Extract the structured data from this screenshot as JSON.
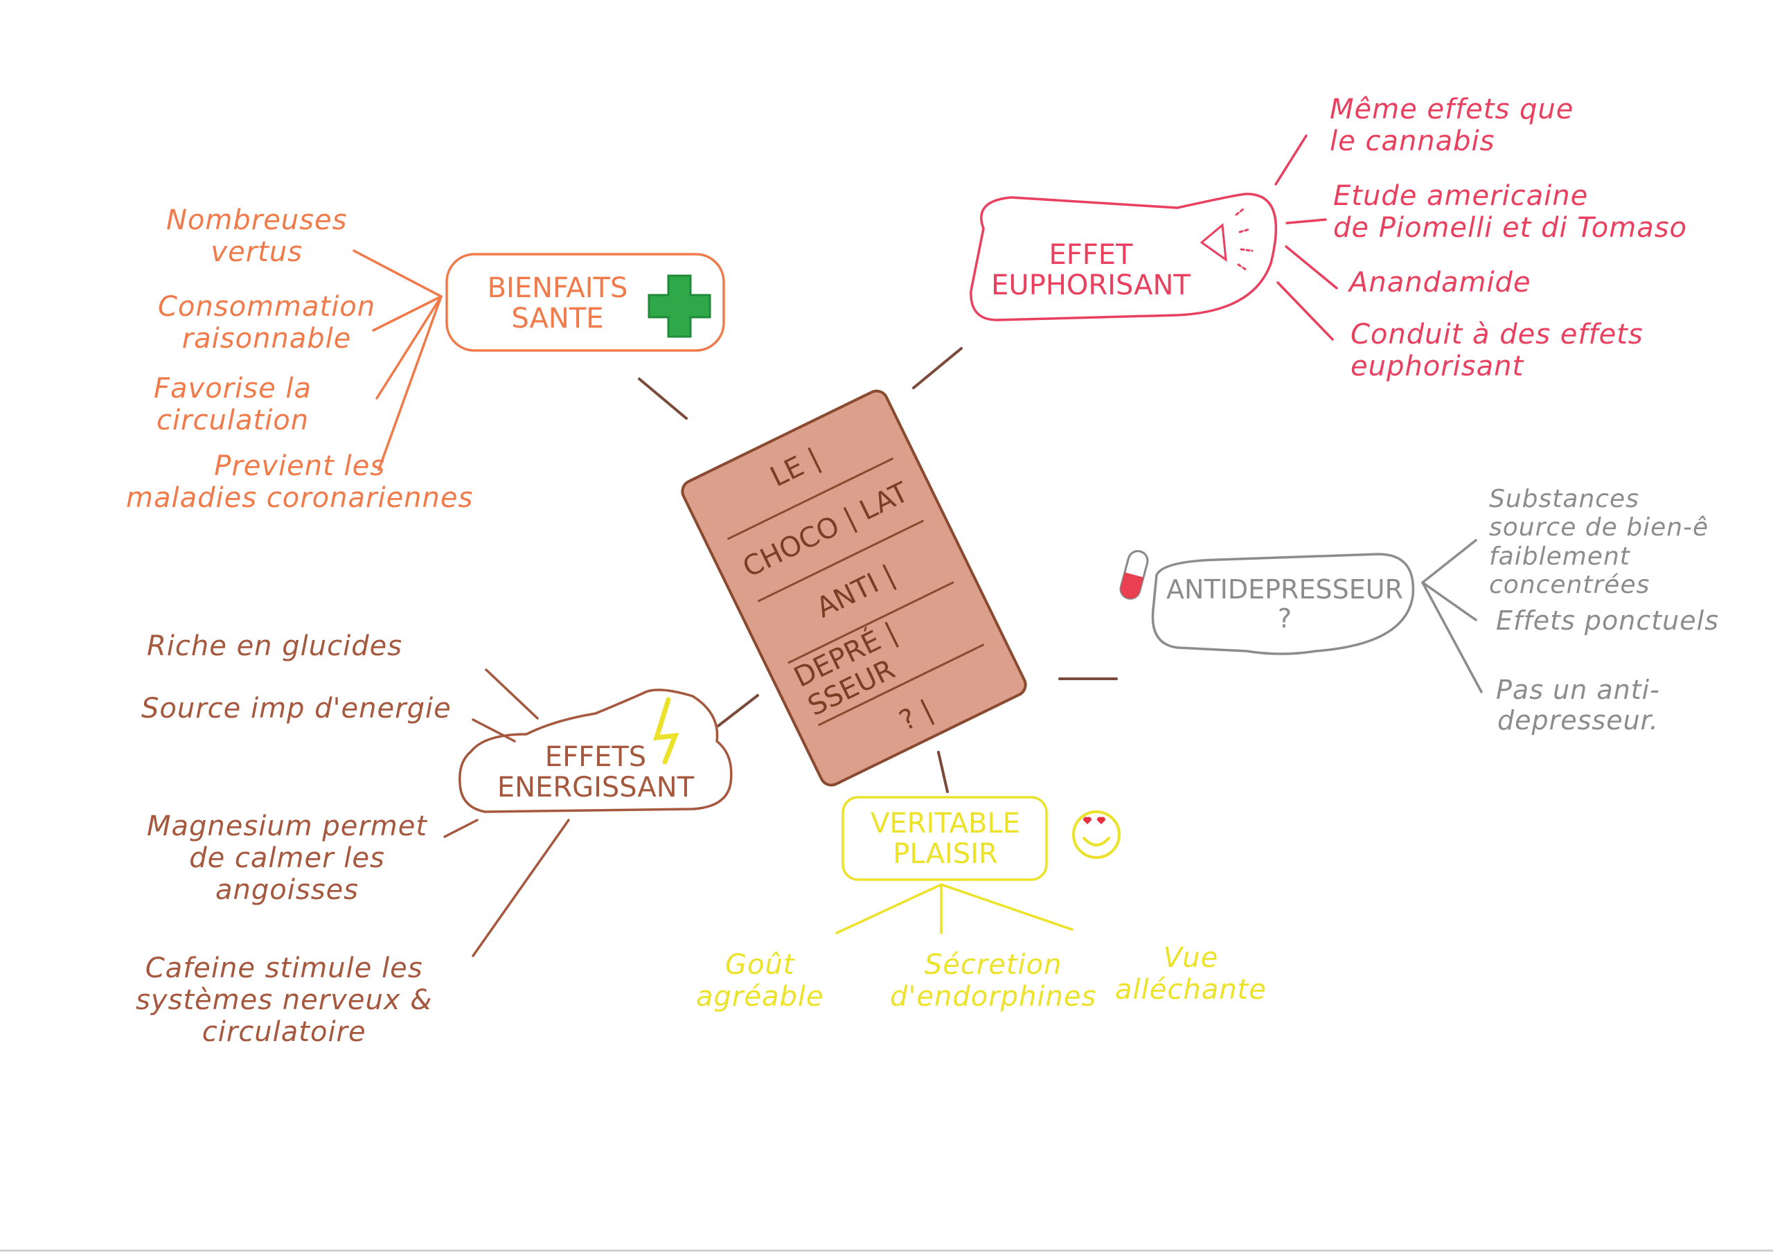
{
  "center": {
    "rows": [
      "LE | ",
      "CHOCO | LAT",
      "ANTI | ",
      "DEPRÉ | SSEUR",
      "? | "
    ]
  },
  "branches": {
    "bienfaits": {
      "title": "BIENFAITS\nSANTE",
      "color": "#f07a4a",
      "icon": "green-cross-icon",
      "items": [
        "Nombreuses\nvertus",
        "Consommation\nraisonnable",
        "Favorise la\ncirculation",
        "Previent les\nmaladies coronariennes"
      ]
    },
    "euphorisant": {
      "title": "EFFET\nEUPHORISANT",
      "color": "#e8405e",
      "icon": "megaphone-icon",
      "items": [
        "Même effets que\nle cannabis",
        "Etude americaine\nde Piomelli et di Tomaso",
        "Anandamide",
        "Conduit à des effets\neuphorisant"
      ]
    },
    "antidepresseur": {
      "title": "ANTIDEPRESSEUR\n?",
      "color": "#8c8c8c",
      "icon": "pill-icon",
      "items": [
        "Substances\nsource de bien-ê\nfaiblement concentrées",
        "Effets ponctuels",
        "Pas un anti-\ndepresseur."
      ]
    },
    "energisant": {
      "title": "EFFETS\nENERGISSANT",
      "color": "#a5583e",
      "icon": "lightning-icon",
      "items": [
        "Riche en glucides",
        "Source imp d'energie",
        "Magnesium permet\nde calmer les\nangoisses",
        "Cafeine stimule les\nsystèmes nerveux &\ncirculatoire"
      ]
    },
    "plaisir": {
      "title": "VERITABLE\nPLAISIR",
      "color": "#ece22a",
      "icon": "heart-eyes-smiley-icon",
      "items": [
        "Goût\nagréable",
        "Sécretion\nd'endorphines",
        "Vue\nalléchante"
      ]
    }
  }
}
